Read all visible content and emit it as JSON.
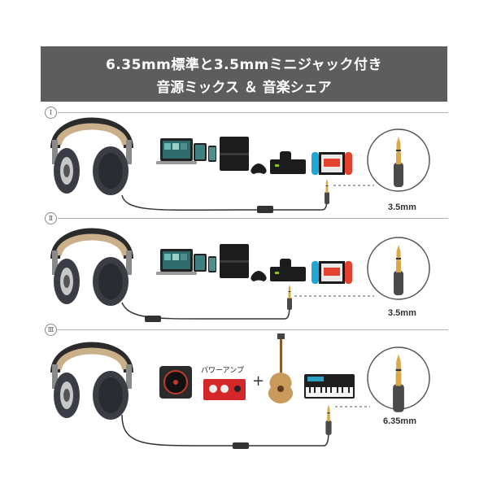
{
  "banner": {
    "line1": "6.35mm標準と3.5mmミニジャック付き",
    "line2": "音源ミックス ＆ 音楽シェア"
  },
  "sections": [
    {
      "badge": "Ⅰ",
      "jack_label": "3.5mm"
    },
    {
      "badge": "Ⅱ",
      "jack_label": "3.5mm"
    },
    {
      "badge": "Ⅲ",
      "jack_label": "6.35mm",
      "amp_label": "パワーアンプ",
      "plus": "+"
    }
  ],
  "icons": [
    "headphones-icon",
    "laptop-icon",
    "tablet-icon",
    "phone-icon",
    "game-console-icon",
    "game-controller-icon",
    "xbox-console-icon",
    "switch-icon",
    "jack-plug-icon",
    "turntable-icon",
    "audio-interface-icon",
    "guitar-icon",
    "keyboard-icon"
  ],
  "colors": {
    "banner_bg": "#5d5d5d",
    "headband": "#c9b08a",
    "earcup": "#3a3d44",
    "switch_red": "#e4412f",
    "switch_blue": "#1ea6d4",
    "interface_red": "#d3272a",
    "gold": "#d8a84a"
  }
}
